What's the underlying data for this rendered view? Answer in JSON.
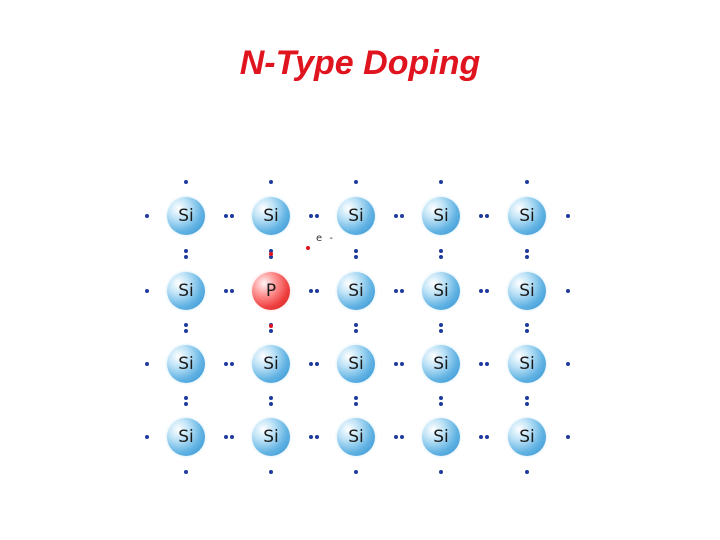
{
  "title": "N-Type Doping",
  "lattice": {
    "rows": [
      [
        "Si",
        "Si",
        "Si",
        "Si",
        "Si"
      ],
      [
        "Si",
        "P",
        "Si",
        "Si",
        "Si"
      ],
      [
        "Si",
        "Si",
        "Si",
        "Si",
        "Si"
      ],
      [
        "Si",
        "Si",
        "Si",
        "Si",
        "Si"
      ]
    ],
    "dopant": "P",
    "host": "Si",
    "free_electron_label": "e -"
  },
  "colors": {
    "title": "#e0141e",
    "host_atom": "#4aa6df",
    "dopant_atom": "#ef4040",
    "bond_electron": "#1f3a9e",
    "free_electron": "#e0141e"
  }
}
